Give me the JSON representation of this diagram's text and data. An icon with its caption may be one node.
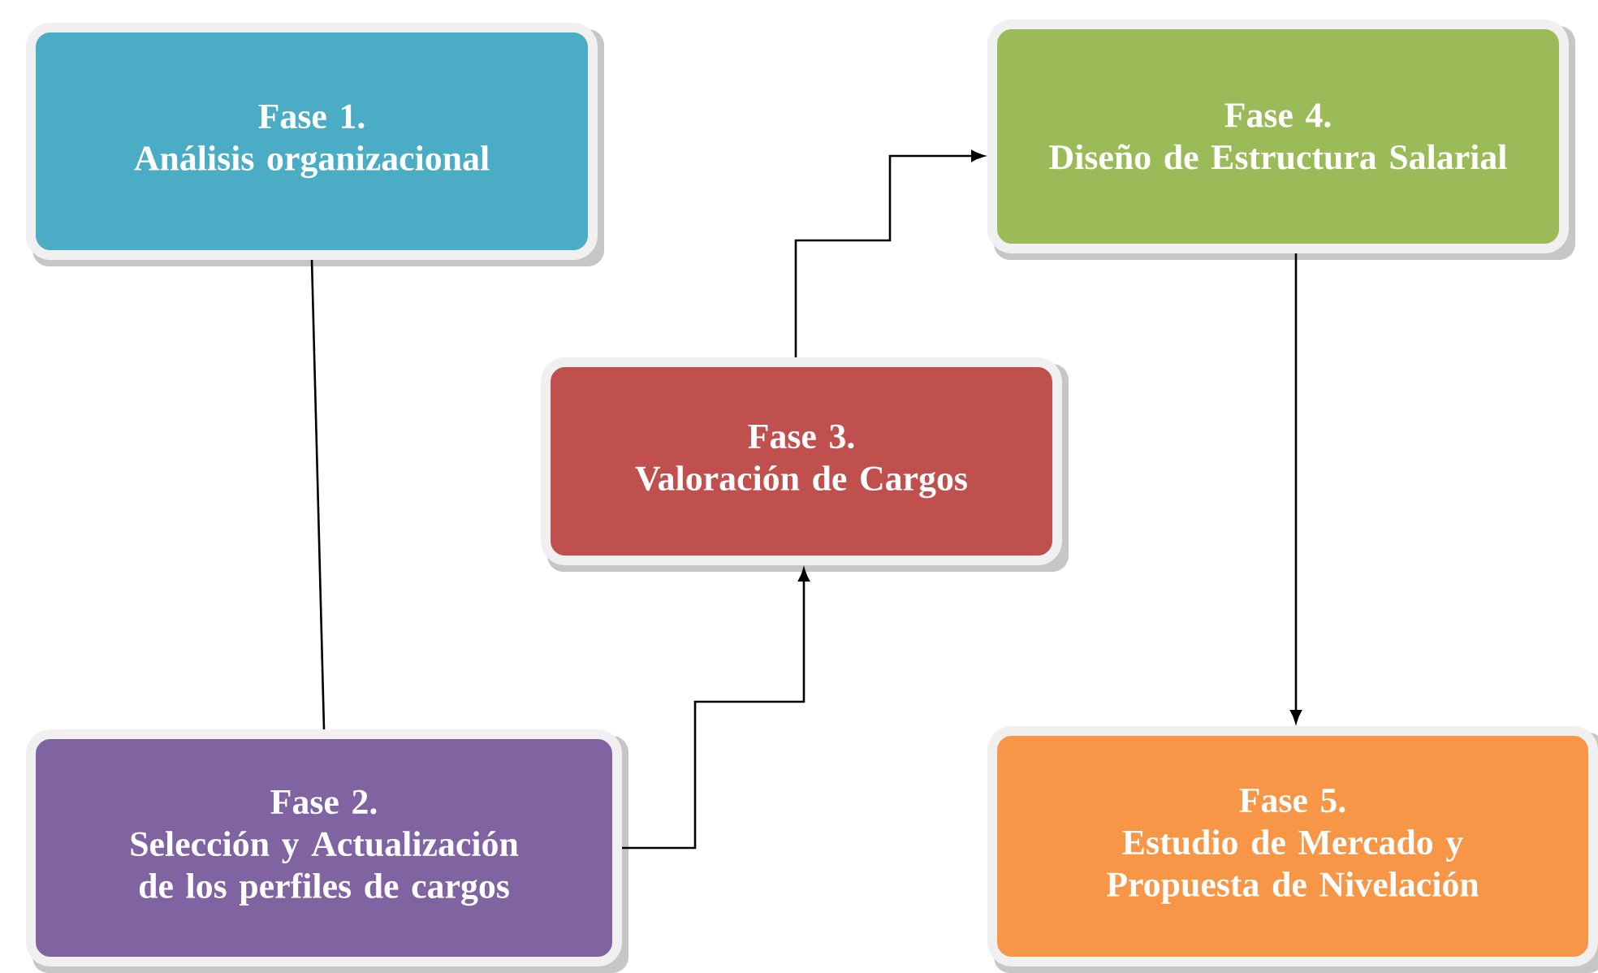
{
  "diagram": {
    "nodes": [
      {
        "text": [
          "Fase 1.",
          "Análisis organizacional"
        ]
      },
      {
        "text": [
          "Fase 2.",
          "Selección y Actualización de los perfiles de cargos"
        ]
      },
      {
        "text": [
          "Fase 3.",
          "Valoración de Cargos"
        ]
      },
      {
        "text": [
          "Fase 4.",
          "Diseño de Estructura Salarial"
        ]
      },
      {
        "text": [
          "Fase 5.",
          "Estudio de Mercado y Propuesta de Nivelación"
        ]
      }
    ],
    "edges": [
      {
        "from": 0,
        "to": 1,
        "arrow": "none"
      },
      {
        "from": 1,
        "to": 2,
        "arrow": "to"
      },
      {
        "from": 2,
        "to": 3,
        "arrow": "to"
      },
      {
        "from": 3,
        "to": 4,
        "arrow": "to"
      }
    ]
  }
}
